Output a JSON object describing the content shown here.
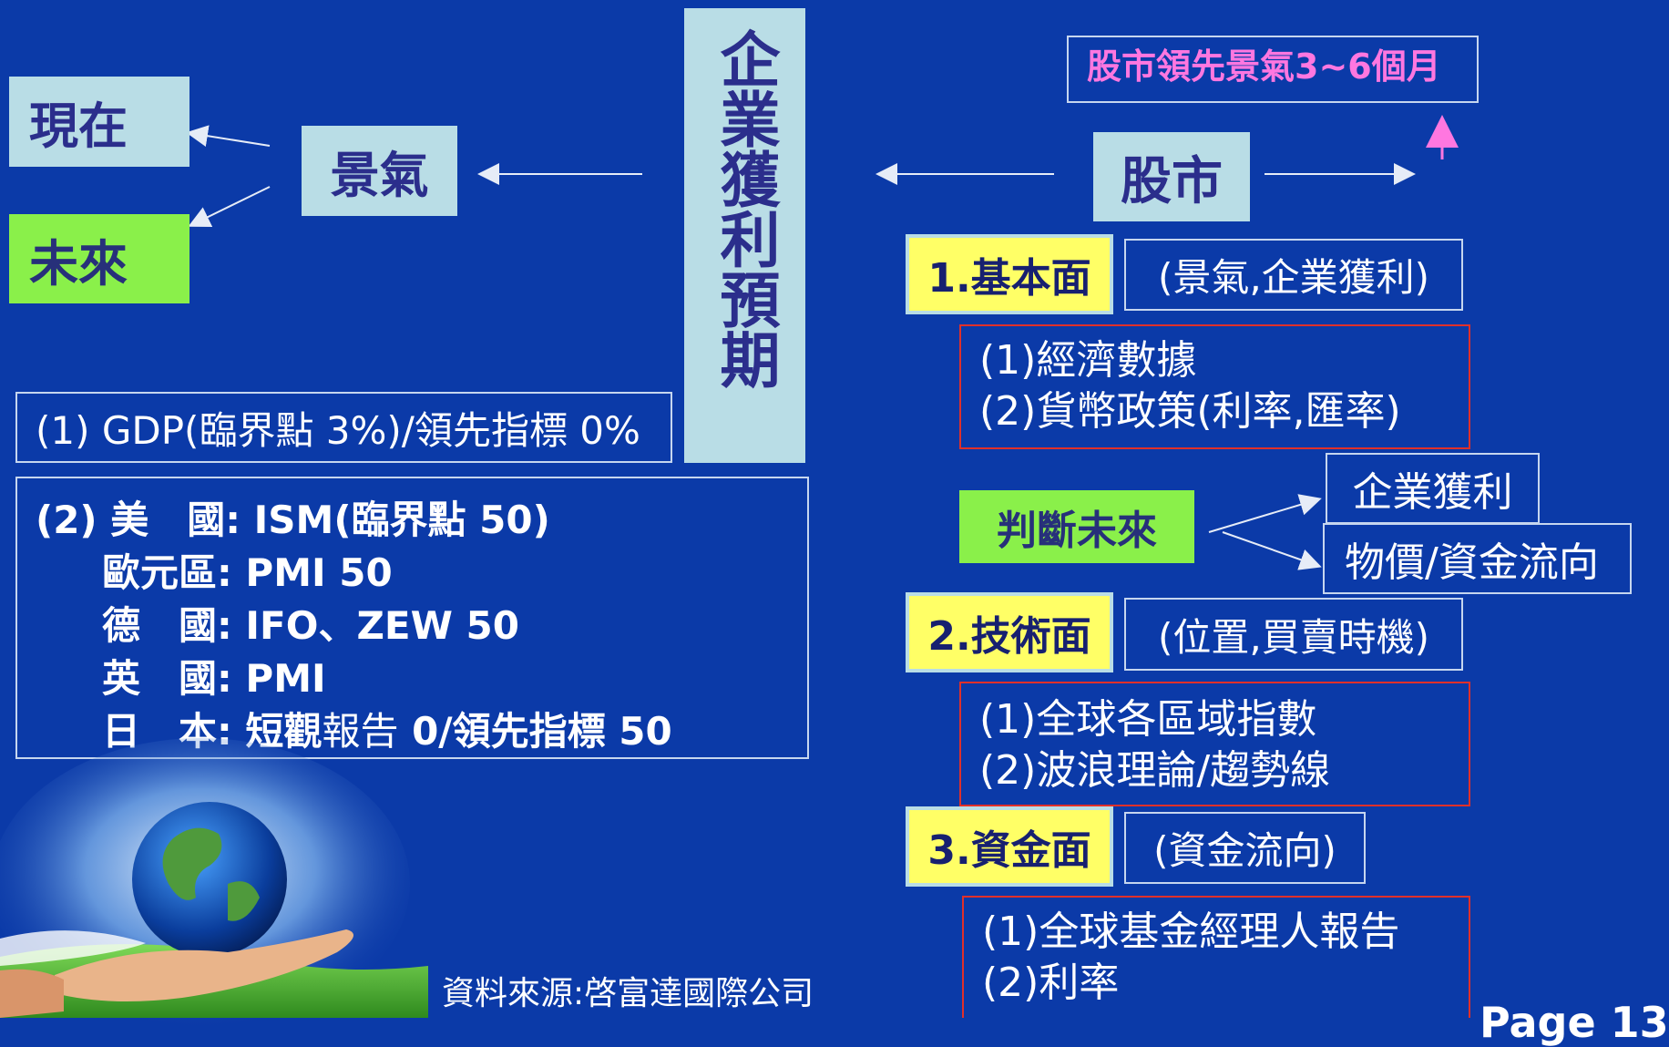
{
  "top_left": {
    "now": "現在",
    "future": "未來",
    "economy": "景氣"
  },
  "center_vertical": "企業獲利預期",
  "stock_market": "股市",
  "lead_note": "股市領先景氣3~6個月",
  "indicators": {
    "line1": "(1) GDP(臨界點 3%)/領先指標 0%",
    "lines": [
      {
        "prefix": "(2) ",
        "country": "美　國",
        "value": ": ISM(臨界點 50)"
      },
      {
        "prefix": "",
        "country": "歐元區",
        "value": ": PMI 50"
      },
      {
        "prefix": "",
        "country": "德　國",
        "value": ": IFO、ZEW 50"
      },
      {
        "prefix": "",
        "country": "英　國",
        "value": ": PMI"
      },
      {
        "prefix": "",
        "country": "日　本",
        "value_bold1": ": 短觀",
        "value_normal": "報告",
        "value_bold2": " 0/領先指標 50"
      }
    ]
  },
  "right": {
    "fundamental": {
      "label": "1.基本面",
      "note": "(景氣,企業獲利)",
      "items": [
        "(1)經濟數據",
        "(2)貨幣政策(利率,匯率)"
      ]
    },
    "judge_future": "判斷未來",
    "judge_targets": [
      "企業獲利",
      "物價/資金流向"
    ],
    "technical": {
      "label": "2.技術面",
      "note": "(位置,買賣時機)",
      "items": [
        "(1)全球各區域指數",
        "(2)波浪理論/趨勢線"
      ]
    },
    "capital": {
      "label": "3.資金面",
      "note": "(資金流向)",
      "items": [
        "(1)全球基金經理人報告",
        "(2)利率"
      ]
    }
  },
  "source": "資料來源:啓富達國際公司",
  "page_label": "Page 13"
}
